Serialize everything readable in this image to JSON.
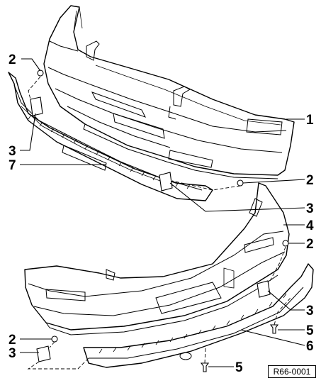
{
  "diagram": {
    "reference_code": "R66-0001",
    "callouts": {
      "front_bumper_cover": "1",
      "bolt_a": "2",
      "bolt_b": "2",
      "bolt_c": "2",
      "bolt_d": "2",
      "clip_a": "3",
      "clip_b": "3",
      "clip_c": "3",
      "clip_d": "3",
      "rear_bumper_cover": "4",
      "screw_a": "5",
      "screw_b": "5",
      "rear_spoiler": "6",
      "front_spoiler": "7"
    }
  }
}
